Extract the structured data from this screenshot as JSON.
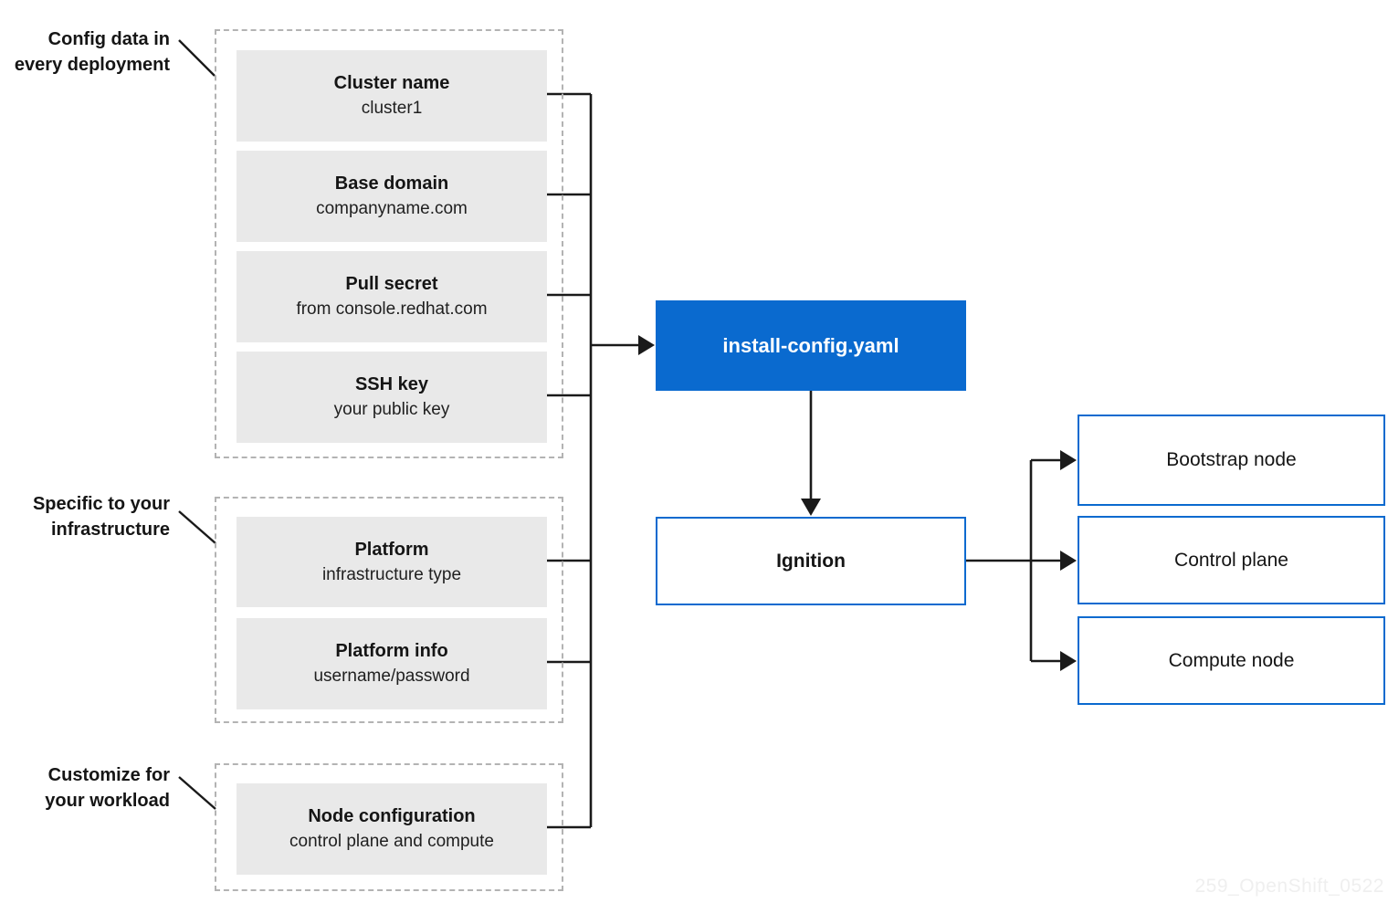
{
  "colors": {
    "accent_blue": "#0a6acf",
    "input_box_gray": "#e9e9e9",
    "dashed_border_gray": "#b3b3b3",
    "connector_black": "#1a1a1a",
    "text_dark": "#151515",
    "watermark_gray": "#efefef"
  },
  "groups": [
    {
      "label_lines": [
        "Config data in",
        "every deployment"
      ],
      "items": [
        {
          "title": "Cluster name",
          "subtitle": "cluster1"
        },
        {
          "title": "Base domain",
          "subtitle": "companyname.com"
        },
        {
          "title": "Pull secret",
          "subtitle": "from console.redhat.com"
        },
        {
          "title": "SSH key",
          "subtitle": "your public key"
        }
      ]
    },
    {
      "label_lines": [
        "Specific to your",
        "infrastructure"
      ],
      "items": [
        {
          "title": "Platform",
          "subtitle": "infrastructure type"
        },
        {
          "title": "Platform info",
          "subtitle": "username/password"
        }
      ]
    },
    {
      "label_lines": [
        "Customize for",
        "your workload"
      ],
      "items": [
        {
          "title": "Node configuration",
          "subtitle": "control plane and compute"
        }
      ]
    }
  ],
  "center": {
    "config_file": "install-config.yaml",
    "ignition": "Ignition"
  },
  "outputs": [
    {
      "label": "Bootstrap node"
    },
    {
      "label": "Control plane"
    },
    {
      "label": "Compute node"
    }
  ],
  "watermark": "259_OpenShift_0522"
}
